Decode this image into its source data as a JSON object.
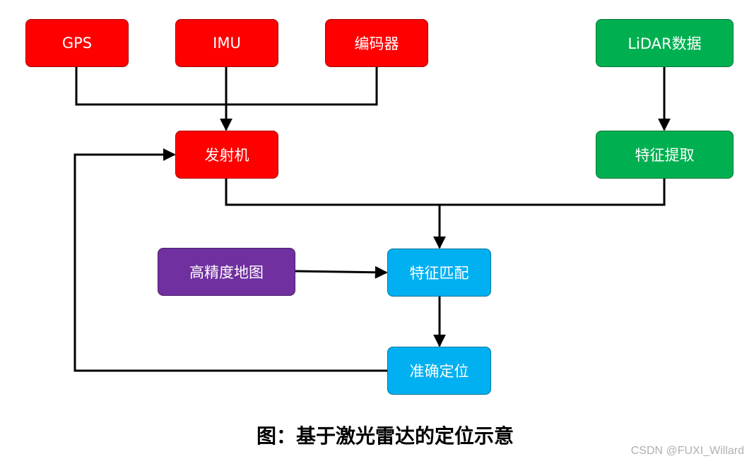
{
  "colors": {
    "sensor": "#ff0000",
    "lidar": "#00b050",
    "map": "#7030a0",
    "match": "#00b0f0"
  },
  "nodes": {
    "gps": "GPS",
    "imu": "IMU",
    "encoder": "编码器",
    "lidar": "LiDAR数据",
    "transmitter": "发射机",
    "feature_extract": "特征提取",
    "hd_map": "高精度地图",
    "feature_match": "特征匹配",
    "localization": "准确定位"
  },
  "caption": "图：基于激光雷达的定位示意",
  "watermark": "CSDN @FUXI_Willard"
}
